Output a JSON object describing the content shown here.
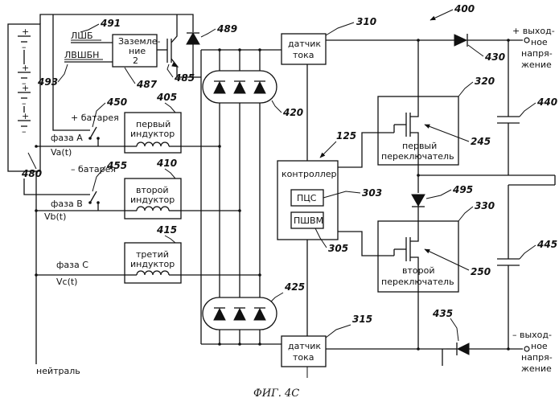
{
  "figure_caption": "ФИГ. 4С",
  "refs": {
    "r400": "400",
    "r491": "491",
    "r493": "493",
    "r487": "487",
    "r485": "485",
    "r489": "489",
    "r310": "310",
    "r315": "315",
    "r420": "420",
    "r425": "425",
    "r430": "430",
    "r435": "435",
    "r440": "440",
    "r445": "445",
    "r320": "320",
    "r330": "330",
    "r245": "245",
    "r250": "250",
    "r495": "495",
    "r125": "125",
    "r303": "303",
    "r305": "305",
    "r450": "450",
    "r455": "455",
    "r405": "405",
    "r410": "410",
    "r415": "415",
    "r480": "480"
  },
  "labels": {
    "lshb": "ЛШБ",
    "lvshbn": "ЛВШБН",
    "ground_line1": "Заземле-",
    "ground_line2": "ние",
    "ground_line3": "2",
    "plus_battery": "+ батарея",
    "minus_battery": "– батарея",
    "phase_a": "фаза  A",
    "va": "Va(t)",
    "phase_b": "фаза  B",
    "vb": "Vb(t)",
    "phase_c": "фаза  C",
    "vc": "Vc(t)",
    "neutral": "нейтраль",
    "ind1_line1": "первый",
    "ind1_line2": "индуктор",
    "ind2_line1": "второй",
    "ind2_line2": "индуктор",
    "ind3_line1": "третий",
    "ind3_line2": "индуктор",
    "sensor_top_line1": "датчик",
    "sensor_top_line2": "тока",
    "sensor_bot_line1": "датчик",
    "sensor_bot_line2": "тока",
    "controller": "контроллер",
    "pcs": "ПЦС",
    "pshvm": "ПШВМ",
    "switch1_line1": "первый",
    "switch1_line2": "переключатель",
    "switch2_line1": "второй",
    "switch2_line2": "переключатель",
    "out_plus_line1": "+ выход-",
    "out_plus_line2": "ное",
    "out_plus_line3": "напря-",
    "out_plus_line4": "жение",
    "out_minus_line1": "– выход-",
    "out_minus_line2": "ное",
    "out_minus_line3": "напря-",
    "out_minus_line4": "жение"
  }
}
